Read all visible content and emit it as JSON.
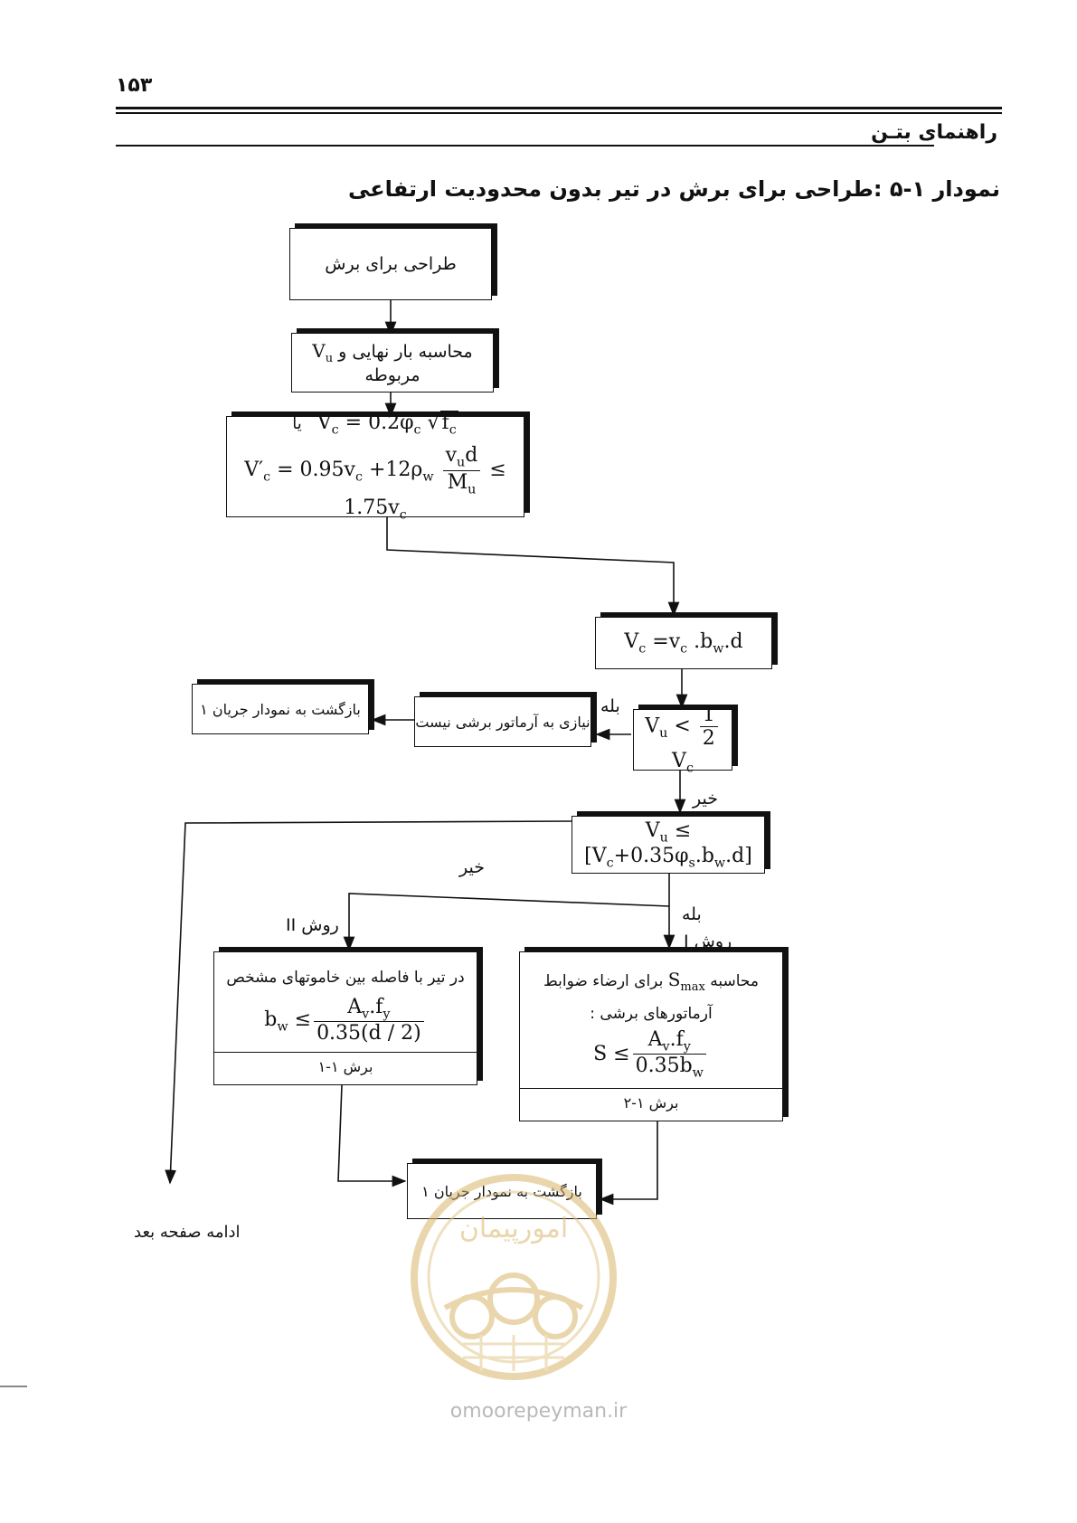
{
  "page": {
    "number": "۱۵۳",
    "running_head": "راهنمای بتـن",
    "caption": "نمودار ۱-۵ :طراحی برای برش در تیر بدون محدودیت ارتفاعی",
    "continued": "ادامه صفحه بعد",
    "watermark": "omoorepeyman.ir",
    "stamp_text": "امورپیمان"
  },
  "flowchart": {
    "start": "طراحی برای برش",
    "compute_load_ar": "محاسبه بار نهایی و",
    "compute_load_vu": "V",
    "compute_load_vu_sub": "u",
    "compute_load_tail": "مربوطه",
    "ya": "یا",
    "vc_eq_box": "V",
    "no_rebar": "نیازی به آرماتور برشی نیست",
    "return_1": "بازگشت به نمودار جریان ۱",
    "return_2": "بازگشت به نمودار جریان ۱",
    "yes_1": "بله",
    "no_1": "خیر",
    "no_2": "خیر",
    "yes_2": "بله",
    "method_2": "روش II",
    "method_1": "روش I",
    "method2_text": "در تیر با فاصله بین خاموتهای مشخص",
    "method2_section": "برش ۱-۱",
    "method1_text_a": "محاسبه",
    "method1_text_b": "برای ارضاء ضوابط",
    "method1_text_c": "آرماتورهای برشی :",
    "method1_section": "برش ۱-۲",
    "smax": "S",
    "smax_sub": "max"
  }
}
